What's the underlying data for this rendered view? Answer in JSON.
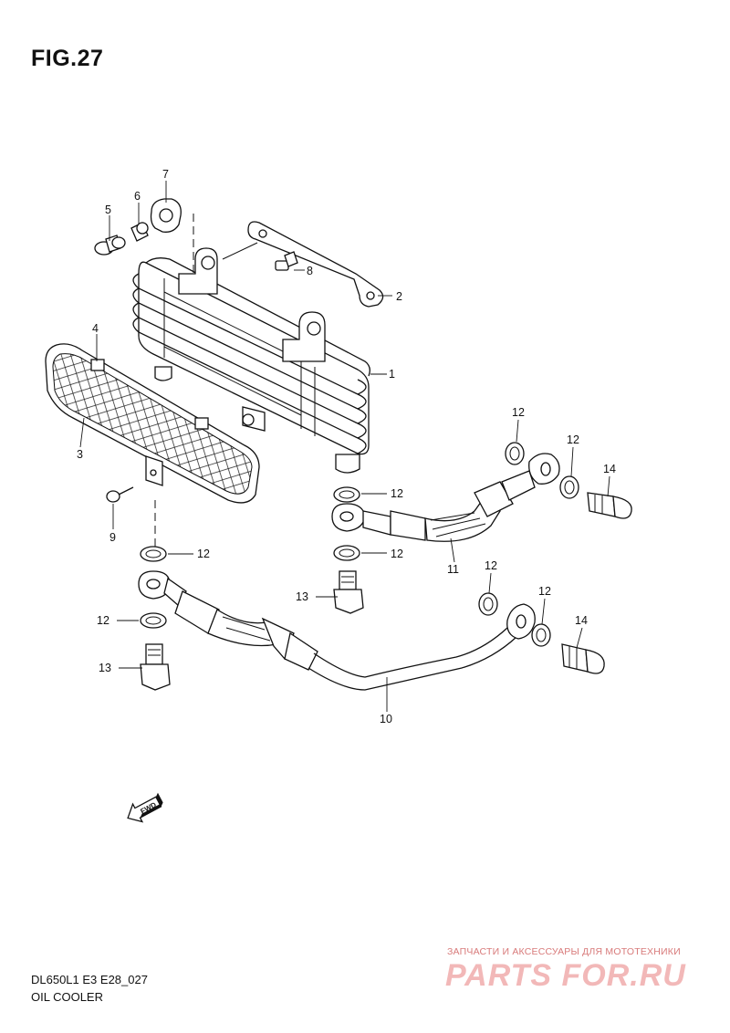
{
  "figure": {
    "title": "FIG.27"
  },
  "callouts": {
    "c1": "1",
    "c2": "2",
    "c3": "3",
    "c4": "4",
    "c5": "5",
    "c6": "6",
    "c7": "7",
    "c8": "8",
    "c9": "9",
    "c10": "10",
    "c11": "11",
    "c12a": "12",
    "c12b": "12",
    "c12c": "12",
    "c12d": "12",
    "c12e": "12",
    "c12f": "12",
    "c12g": "12",
    "c12h": "12",
    "c13a": "13",
    "c13b": "13",
    "c14a": "14",
    "c14b": "14"
  },
  "fwd_arrow": {
    "label": "FWD"
  },
  "footer": {
    "model_code": "DL650L1  E3  E28_027",
    "section_name": "OIL COOLER"
  },
  "watermark": {
    "caption": "ЗАПЧАСТИ И АКСЕССУАРЫ ДЛЯ МОТОТЕХНИКИ",
    "logo": "PARTS FOR.RU"
  }
}
